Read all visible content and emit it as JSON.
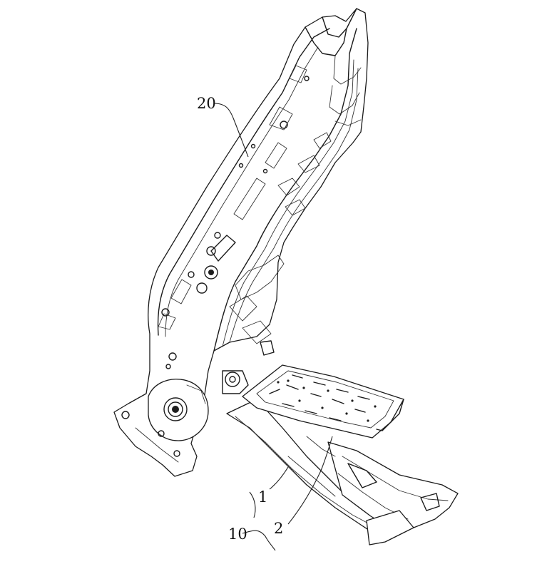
{
  "figure": {
    "labels": [
      {
        "id": "frame-back",
        "text": "20"
      },
      {
        "id": "cushion-frame",
        "text": "1"
      },
      {
        "id": "pan",
        "text": "2"
      },
      {
        "id": "assembly",
        "text": "10"
      }
    ]
  },
  "colors": {
    "line": "#1b1b1b",
    "background": "#ffffff",
    "fill": "#ffffff"
  }
}
